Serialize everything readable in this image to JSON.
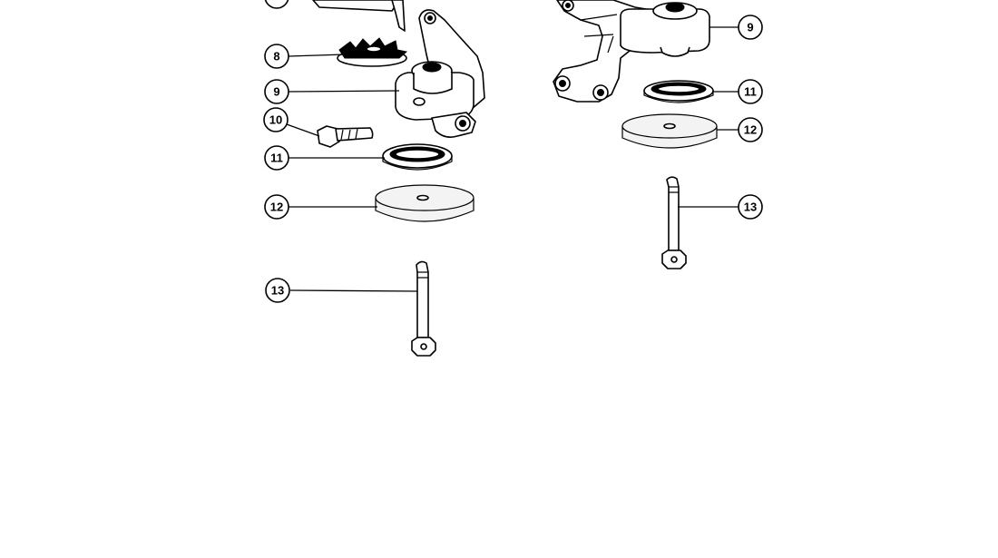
{
  "diagram": {
    "callouts_left": {
      "c8": "8",
      "c9": "9",
      "c10": "10",
      "c11": "11",
      "c12": "12",
      "c13": "13"
    },
    "callouts_right": {
      "c9": "9",
      "c11": "11",
      "c12": "12",
      "c13": "13"
    },
    "colors": {
      "line": "#000000",
      "background": "#ffffff",
      "washer_fill": "#f3f3f3"
    }
  }
}
